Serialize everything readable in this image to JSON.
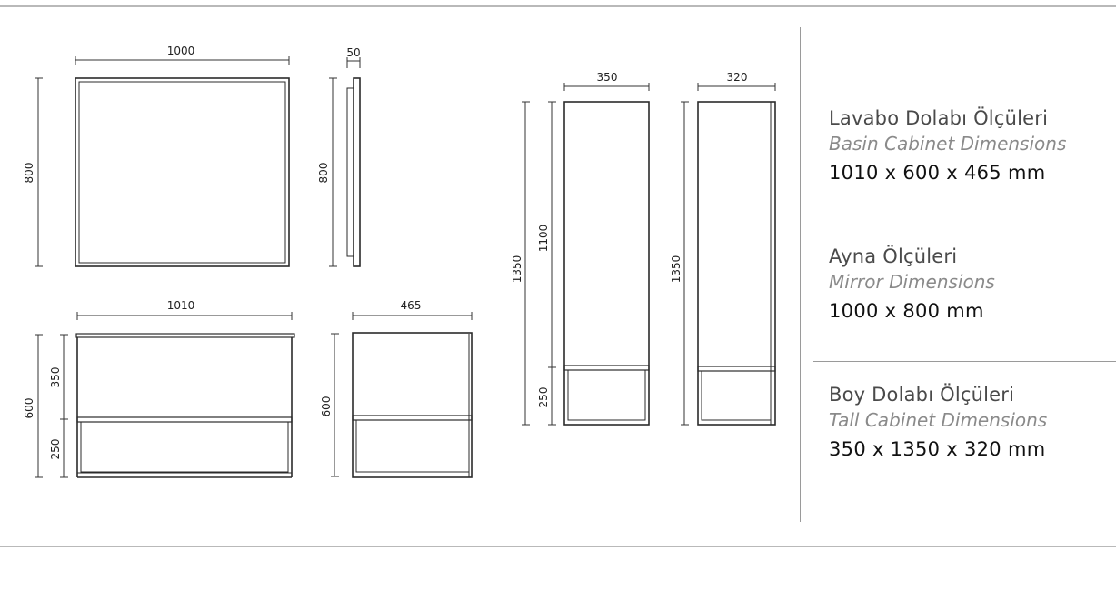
{
  "specs": [
    {
      "title_tr": "Lavabo Dolabı Ölçüleri",
      "title_en": "Basin Cabinet Dimensions",
      "value": "1010 x 600 x 465 mm"
    },
    {
      "title_tr": "Ayna Ölçüleri",
      "title_en": "Mirror Dimensions",
      "value": "1000 x 800 mm"
    },
    {
      "title_tr": "Boy Dolabı Ölçüleri",
      "title_en": "Tall Cabinet Dimensions",
      "value": "350 x 1350 x 320 mm"
    }
  ],
  "dimensions": {
    "mirror_width": "1000",
    "mirror_height": "800",
    "mirror_depth": "50",
    "mirror_side_height": "800",
    "basin_width": "1010",
    "basin_upper": "350",
    "basin_lower": "250",
    "basin_height": "600",
    "basin_depth": "465",
    "basin_side_height": "600",
    "tall_width": "350",
    "tall_depth": "320",
    "tall_height": "1350",
    "tall_upper": "1100",
    "tall_lower": "250",
    "tall_side_height": "1350"
  },
  "colors": {
    "line": "#2b2b2b",
    "divider": "#9a9a9a"
  }
}
